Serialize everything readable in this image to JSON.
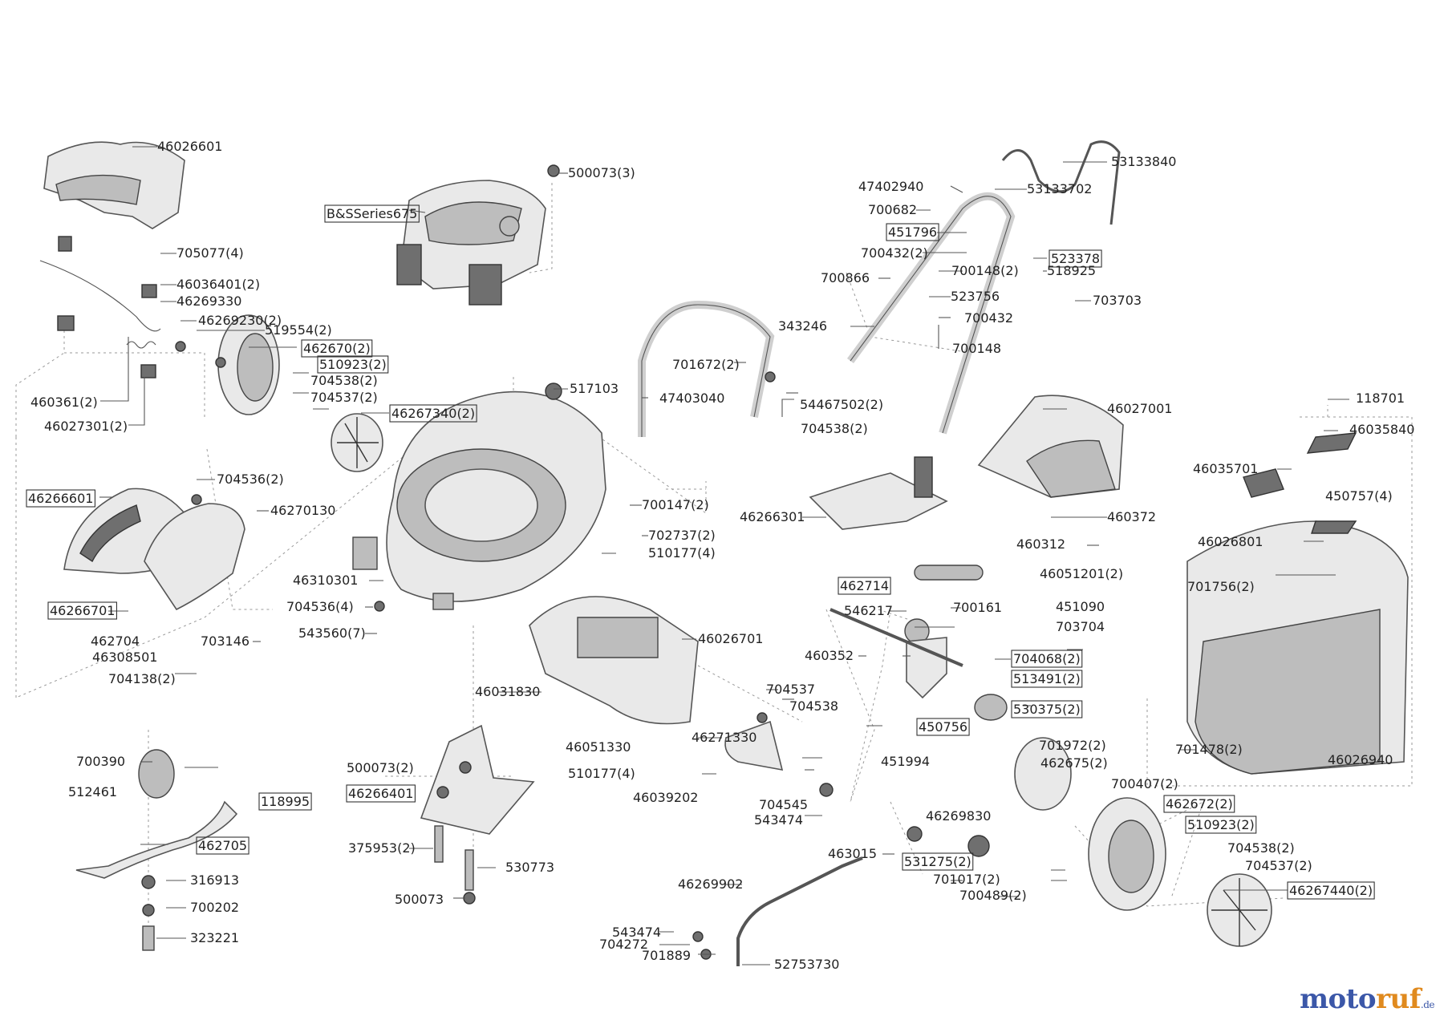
{
  "watermark": {
    "part1": "moto",
    "part2": "ruf",
    "part3": ".de"
  },
  "part_labels": [
    {
      "id": "l1",
      "text": "46026601",
      "boxed": false
    },
    {
      "id": "l2",
      "text": "500073(3)",
      "boxed": false
    },
    {
      "id": "l3",
      "text": "B&SSeries675",
      "boxed": true
    },
    {
      "id": "l4",
      "text": "53133840",
      "boxed": false
    },
    {
      "id": "l5",
      "text": "47402940",
      "boxed": false
    },
    {
      "id": "l6",
      "text": "53133702",
      "boxed": false
    },
    {
      "id": "l7",
      "text": "700682",
      "boxed": false
    },
    {
      "id": "l8",
      "text": "451796",
      "boxed": true
    },
    {
      "id": "l9",
      "text": "700432(2)",
      "boxed": false
    },
    {
      "id": "l10",
      "text": "523378",
      "boxed": true
    },
    {
      "id": "l11",
      "text": "700148(2)",
      "boxed": false
    },
    {
      "id": "l12",
      "text": "518925",
      "boxed": false
    },
    {
      "id": "l13",
      "text": "700866",
      "boxed": false
    },
    {
      "id": "l14",
      "text": "523756",
      "boxed": false
    },
    {
      "id": "l15",
      "text": "703703",
      "boxed": false
    },
    {
      "id": "l16",
      "text": "343246",
      "boxed": false
    },
    {
      "id": "l17",
      "text": "700432",
      "boxed": false
    },
    {
      "id": "l18",
      "text": "700148",
      "boxed": false
    },
    {
      "id": "l19",
      "text": "705077(4)",
      "boxed": false
    },
    {
      "id": "l20",
      "text": "46036401(2)",
      "boxed": false
    },
    {
      "id": "l21",
      "text": "46269330",
      "boxed": false
    },
    {
      "id": "l22",
      "text": "46269230(2)",
      "boxed": false
    },
    {
      "id": "l23",
      "text": "519554(2)",
      "boxed": false
    },
    {
      "id": "l24",
      "text": "462670(2)",
      "boxed": true
    },
    {
      "id": "l25",
      "text": "510923(2)",
      "boxed": true
    },
    {
      "id": "l26",
      "text": "704538(2)",
      "boxed": false
    },
    {
      "id": "l27",
      "text": "704537(2)",
      "boxed": false
    },
    {
      "id": "l28",
      "text": "46267340(2)",
      "boxed": true
    },
    {
      "id": "l29",
      "text": "460361(2)",
      "boxed": false
    },
    {
      "id": "l30",
      "text": "46027301(2)",
      "boxed": false
    },
    {
      "id": "l31",
      "text": "701672(2)",
      "boxed": false
    },
    {
      "id": "l32",
      "text": "517103",
      "boxed": false
    },
    {
      "id": "l33",
      "text": "47403040",
      "boxed": false
    },
    {
      "id": "l34",
      "text": "54467502(2)",
      "boxed": false
    },
    {
      "id": "l35",
      "text": "704538(2)",
      "boxed": false
    },
    {
      "id": "l36",
      "text": "46027001",
      "boxed": false
    },
    {
      "id": "l37",
      "text": "118701",
      "boxed": false
    },
    {
      "id": "l38",
      "text": "46035840",
      "boxed": false
    },
    {
      "id": "l39",
      "text": "704536(2)",
      "boxed": false
    },
    {
      "id": "l40",
      "text": "46266601",
      "boxed": true
    },
    {
      "id": "l41",
      "text": "46270130",
      "boxed": false
    },
    {
      "id": "l42",
      "text": "700147(2)",
      "boxed": false
    },
    {
      "id": "l43",
      "text": "702737(2)",
      "boxed": false
    },
    {
      "id": "l44",
      "text": "510177(4)",
      "boxed": false
    },
    {
      "id": "l45",
      "text": "46266301",
      "boxed": false
    },
    {
      "id": "l46",
      "text": "460372",
      "boxed": false
    },
    {
      "id": "l47",
      "text": "46035701",
      "boxed": false
    },
    {
      "id": "l48",
      "text": "450757(4)",
      "boxed": false
    },
    {
      "id": "l49",
      "text": "460312",
      "boxed": false
    },
    {
      "id": "l50",
      "text": "46026801",
      "boxed": false
    },
    {
      "id": "l51",
      "text": "46051201(2)",
      "boxed": false
    },
    {
      "id": "l52",
      "text": "46310301",
      "boxed": false
    },
    {
      "id": "l53",
      "text": "46266701",
      "boxed": true
    },
    {
      "id": "l54",
      "text": "704536(4)",
      "boxed": false
    },
    {
      "id": "l55",
      "text": "462714",
      "boxed": true
    },
    {
      "id": "l56",
      "text": "701756(2)",
      "boxed": false
    },
    {
      "id": "l57",
      "text": "546217",
      "boxed": false
    },
    {
      "id": "l58",
      "text": "700161",
      "boxed": false
    },
    {
      "id": "l59",
      "text": "451090",
      "boxed": false
    },
    {
      "id": "l60",
      "text": "703704",
      "boxed": false
    },
    {
      "id": "l61",
      "text": "462704",
      "boxed": false
    },
    {
      "id": "l62",
      "text": "543560(7)",
      "boxed": false
    },
    {
      "id": "l63",
      "text": "46026701",
      "boxed": false
    },
    {
      "id": "l64",
      "text": "46308501",
      "boxed": false
    },
    {
      "id": "l65",
      "text": "703146",
      "boxed": false
    },
    {
      "id": "l66",
      "text": "460352",
      "boxed": false
    },
    {
      "id": "l67",
      "text": "704068(2)",
      "boxed": true
    },
    {
      "id": "l68",
      "text": "704138(2)",
      "boxed": false
    },
    {
      "id": "l69",
      "text": "513491(2)",
      "boxed": true
    },
    {
      "id": "l70",
      "text": "46031830",
      "boxed": false
    },
    {
      "id": "l71",
      "text": "704537",
      "boxed": false
    },
    {
      "id": "l72",
      "text": "704538",
      "boxed": false
    },
    {
      "id": "l73",
      "text": "530375(2)",
      "boxed": true
    },
    {
      "id": "l74",
      "text": "450756",
      "boxed": true
    },
    {
      "id": "l75",
      "text": "701478(2)",
      "boxed": false
    },
    {
      "id": "l76",
      "text": "46271330",
      "boxed": false
    },
    {
      "id": "l77",
      "text": "701972(2)",
      "boxed": false
    },
    {
      "id": "l78",
      "text": "46051330",
      "boxed": false
    },
    {
      "id": "l79",
      "text": "700390",
      "boxed": false
    },
    {
      "id": "l80",
      "text": "451994",
      "boxed": false
    },
    {
      "id": "l81",
      "text": "462675(2)",
      "boxed": false
    },
    {
      "id": "l82",
      "text": "46026940",
      "boxed": false
    },
    {
      "id": "l83",
      "text": "500073(2)",
      "boxed": false
    },
    {
      "id": "l84",
      "text": "510177(4)",
      "boxed": false
    },
    {
      "id": "l85",
      "text": "512461",
      "boxed": false
    },
    {
      "id": "l86",
      "text": "118995",
      "boxed": true
    },
    {
      "id": "l87",
      "text": "46266401",
      "boxed": true
    },
    {
      "id": "l88",
      "text": "46039202",
      "boxed": false
    },
    {
      "id": "l89",
      "text": "700407(2)",
      "boxed": false
    },
    {
      "id": "l90",
      "text": "704545",
      "boxed": false
    },
    {
      "id": "l91",
      "text": "462672(2)",
      "boxed": true
    },
    {
      "id": "l92",
      "text": "543474",
      "boxed": false
    },
    {
      "id": "l93",
      "text": "46269830",
      "boxed": false
    },
    {
      "id": "l94",
      "text": "510923(2)",
      "boxed": true
    },
    {
      "id": "l95",
      "text": "462705",
      "boxed": true
    },
    {
      "id": "l96",
      "text": "375953(2)",
      "boxed": false
    },
    {
      "id": "l97",
      "text": "463015",
      "boxed": false
    },
    {
      "id": "l98",
      "text": "531275(2)",
      "boxed": true
    },
    {
      "id": "l99",
      "text": "704538(2)",
      "boxed": false
    },
    {
      "id": "l100",
      "text": "530773",
      "boxed": false
    },
    {
      "id": "l101",
      "text": "704537(2)",
      "boxed": false
    },
    {
      "id": "l102",
      "text": "316913",
      "boxed": false
    },
    {
      "id": "l103",
      "text": "46269902",
      "boxed": false
    },
    {
      "id": "l104",
      "text": "701017(2)",
      "boxed": false
    },
    {
      "id": "l105",
      "text": "46267440(2)",
      "boxed": true
    },
    {
      "id": "l106",
      "text": "500073",
      "boxed": false
    },
    {
      "id": "l107",
      "text": "700489(2)",
      "boxed": false
    },
    {
      "id": "l108",
      "text": "700202",
      "boxed": false
    },
    {
      "id": "l109",
      "text": "543474",
      "boxed": false
    },
    {
      "id": "l110",
      "text": "704272",
      "boxed": false
    },
    {
      "id": "l111",
      "text": "701889",
      "boxed": false
    },
    {
      "id": "l112",
      "text": "323221",
      "boxed": false
    },
    {
      "id": "l113",
      "text": "52753730",
      "boxed": false
    }
  ]
}
